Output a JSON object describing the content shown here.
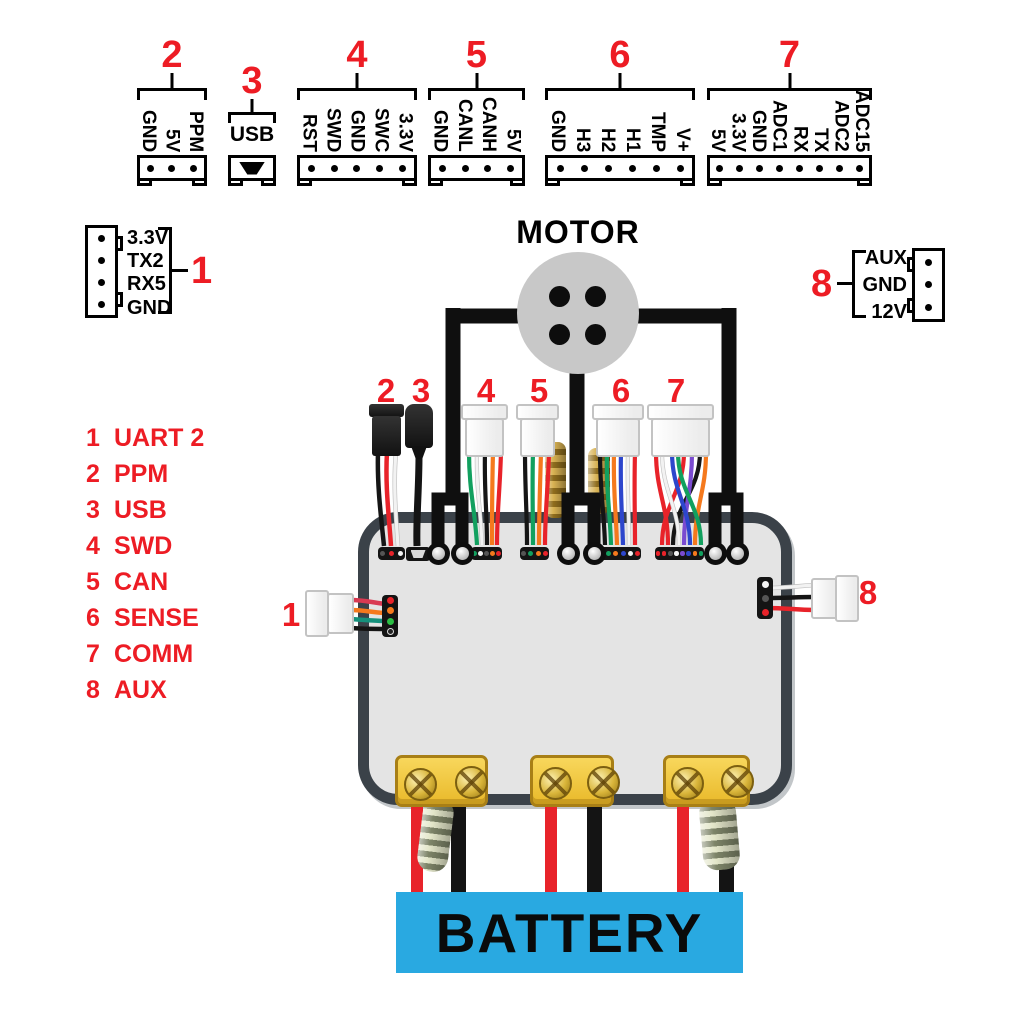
{
  "title": "Motor controller wiring diagram",
  "palette": {
    "accent_red": "#ed1c24",
    "battery_blue": "#29a9e1",
    "board_fill": "#e4e4e4",
    "board_border": "#3b4249",
    "motor_gray": "#c8c8c8",
    "xt60_yellow": "#f3c435",
    "wire_red": "#e8232a",
    "wire_black": "#151515",
    "wire_white": "#f2f2f2",
    "wire_orange": "#f5791d",
    "wire_green": "#12a05f",
    "wire_blue": "#2d46cc",
    "wire_purple": "#7a4bd0",
    "wire_teal": "#15917c"
  },
  "top_connectors": [
    {
      "id": "2",
      "pins": [
        "GND",
        "5V",
        "PPM"
      ]
    },
    {
      "id": "3",
      "port_label": "USB"
    },
    {
      "id": "4",
      "pins": [
        "RST",
        "SWD",
        "GND",
        "SWC",
        "3.3V"
      ]
    },
    {
      "id": "5",
      "pins": [
        "GND",
        "CANL",
        "CANH",
        "5V"
      ]
    },
    {
      "id": "6",
      "pins": [
        "GND",
        "H3",
        "H2",
        "H1",
        "TMP",
        "V+"
      ]
    },
    {
      "id": "7",
      "pins": [
        "5V",
        "3.3V",
        "GND",
        "ADC1",
        "RX",
        "TX",
        "ADC2",
        "ADC15"
      ]
    }
  ],
  "side_connectors": {
    "c1": {
      "id": "1",
      "pins": [
        "3.3V",
        "TX2",
        "RX5",
        "GND"
      ]
    },
    "c8": {
      "id": "8",
      "pins": [
        "AUX",
        "GND",
        "12V"
      ]
    }
  },
  "legend": {
    "items": [
      {
        "num": "1",
        "label": "UART 2"
      },
      {
        "num": "2",
        "label": "PPM"
      },
      {
        "num": "3",
        "label": "USB"
      },
      {
        "num": "4",
        "label": "SWD"
      },
      {
        "num": "5",
        "label": "CAN"
      },
      {
        "num": "6",
        "label": "SENSE"
      },
      {
        "num": "7",
        "label": "COMM"
      },
      {
        "num": "8",
        "label": "AUX"
      }
    ]
  },
  "labels": {
    "motor": "MOTOR",
    "battery": "BATTERY"
  }
}
